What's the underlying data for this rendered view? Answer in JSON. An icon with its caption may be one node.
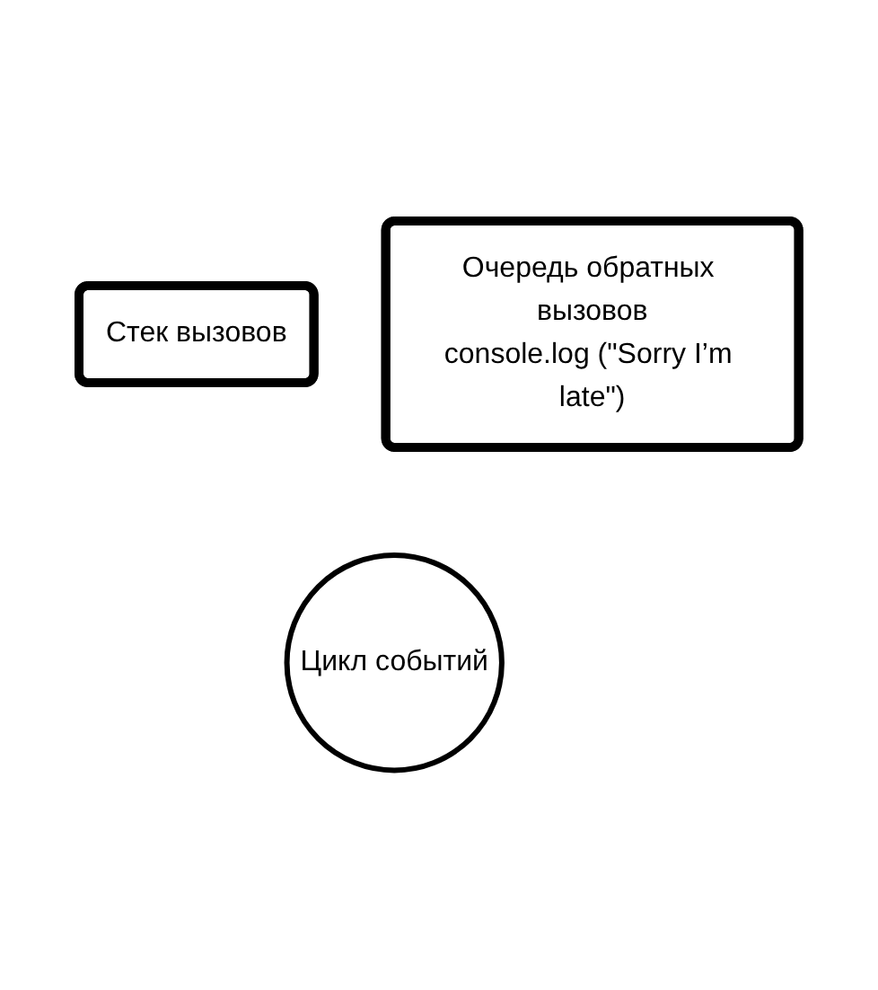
{
  "diagram": {
    "nodes": [
      {
        "text": [
          "Стек вызовов"
        ]
      },
      {
        "text": [
          "Очередь обратных вызовов",
          "console.log (\"Sorry I’m late\")"
        ]
      },
      {
        "text": [
          "Цикл событий"
        ]
      }
    ],
    "edges": []
  }
}
